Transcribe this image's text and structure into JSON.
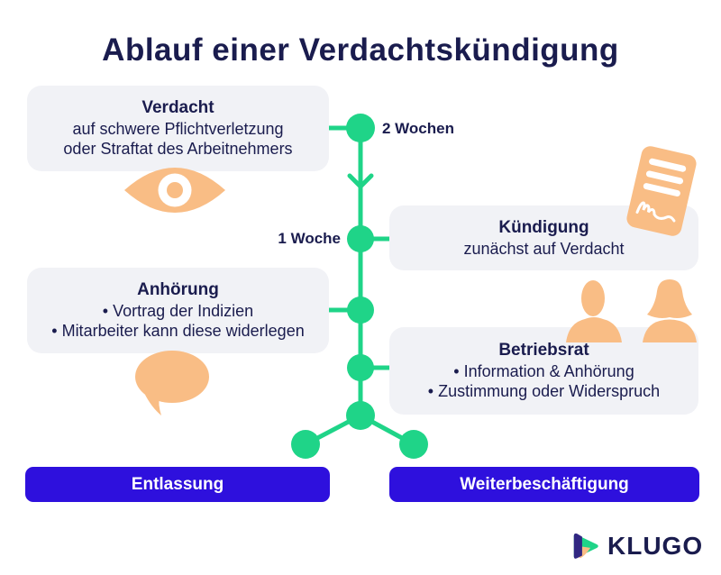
{
  "title": "Ablauf einer Verdachtskündigung",
  "timeline": {
    "labels": {
      "two_weeks": "2 Wochen",
      "one_week": "1 Woche"
    }
  },
  "steps": {
    "verdacht": {
      "title": "Verdacht",
      "lines": [
        "auf schwere Pflichtverletzung",
        "oder Straftat des Arbeitnehmers"
      ],
      "icon": "eye-icon"
    },
    "kuendigung": {
      "title": "Kündigung",
      "lines": [
        "zunächst auf Verdacht"
      ],
      "icon": "document-signature-icon"
    },
    "anhoerung": {
      "title": "Anhörung",
      "lines": [
        "• Vortrag der Indizien",
        "• Mitarbeiter kann diese widerlegen"
      ],
      "icon": "speech-bubble-icon"
    },
    "betriebsrat": {
      "title": "Betriebsrat",
      "lines": [
        "• Information & Anhörung",
        "• Zustimmung oder Widerspruch"
      ],
      "icon": "people-icon"
    }
  },
  "outcomes": {
    "entlassung": "Entlassung",
    "weiterbeschaeftigung": "Weiterbeschäftigung"
  },
  "logo": {
    "brand": "KLUGO",
    "icon": "klugo-play-icon"
  },
  "colors": {
    "navy": "#1a1c4e",
    "green": "#1fd488",
    "peach": "#f9bd85",
    "blue": "#2e10dd",
    "box_background": "#f1f2f6",
    "white": "#ffffff"
  }
}
